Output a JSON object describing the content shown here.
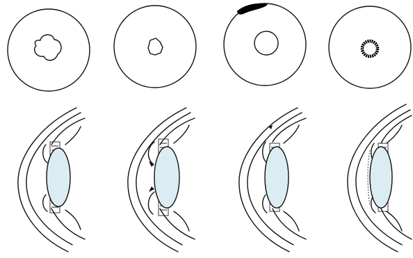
{
  "figure": {
    "lens_fill": "#dcecf3",
    "ink": "#111111",
    "pigment": "#000000",
    "panels": [
      {
        "pupil": "trefoil",
        "deposit": "none",
        "iris": "normal"
      },
      {
        "pupil": "small-irregular",
        "deposit": "none",
        "iris": "adherent"
      },
      {
        "pupil": "round",
        "deposit": "dark-arc",
        "iris": "thin"
      },
      {
        "pupil": "small-dark-ring",
        "deposit": "none",
        "iris": "dotted-lens"
      }
    ]
  }
}
